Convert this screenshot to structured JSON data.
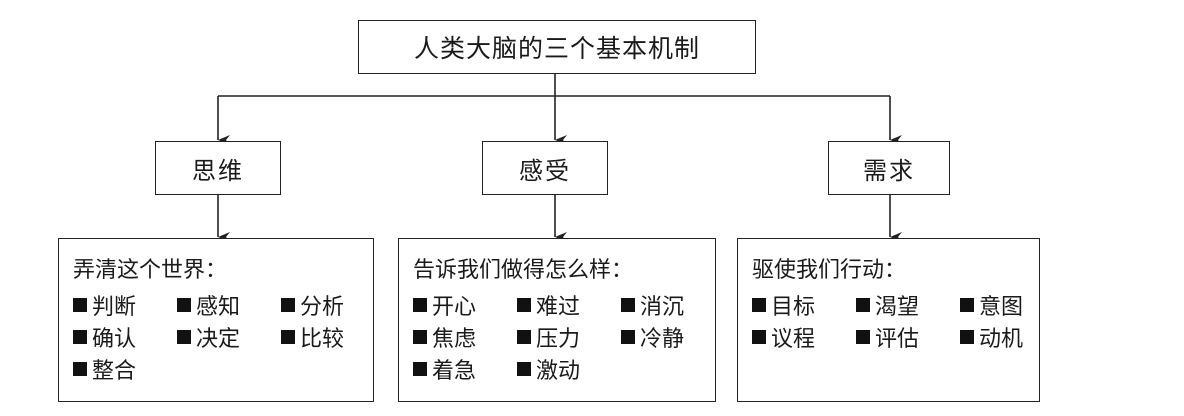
{
  "title": "人类大脑的三个基本机制",
  "categories": [
    {
      "label": "思维",
      "heading": "弄清这个世界：",
      "items": [
        "判断",
        "感知",
        "分析",
        "确认",
        "决定",
        "比较",
        "整合"
      ]
    },
    {
      "label": "感受",
      "heading": "告诉我们做得怎么样：",
      "items": [
        "开心",
        "难过",
        "消沉",
        "焦虑",
        "压力",
        "冷静",
        "着急",
        "激动"
      ]
    },
    {
      "label": "需求",
      "heading": "驱使我们行动：",
      "items": [
        "目标",
        "渴望",
        "意图",
        "议程",
        "评估",
        "动机"
      ]
    }
  ],
  "colors": {
    "line": "#222222",
    "bullet": "#111111"
  },
  "icons": {
    "bullet": "black-square-icon",
    "connector": "arrow-down-icon"
  }
}
